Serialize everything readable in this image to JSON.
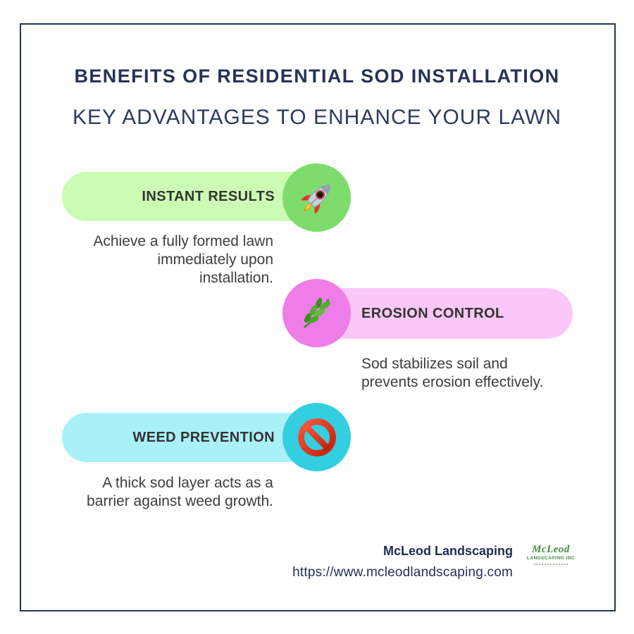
{
  "header": {
    "title": "BENEFITS OF RESIDENTIAL SOD INSTALLATION",
    "subtitle": "KEY ADVANTAGES TO ENHANCE YOUR LAWN"
  },
  "benefits": [
    {
      "label": "INSTANT RESULTS",
      "icon": "rocket-icon",
      "description_lines": [
        "Achieve a fully formed lawn",
        "immediately upon",
        "installation."
      ],
      "pill_color": "#ccfcb3",
      "circle_color": "#7edc6c"
    },
    {
      "label": "EROSION CONTROL",
      "icon": "herb-icon",
      "description_lines": [
        "Sod stabilizes soil and",
        "prevents erosion effectively."
      ],
      "pill_color": "#fbc7f6",
      "circle_color": "#ee7de7"
    },
    {
      "label": "WEED PREVENTION",
      "icon": "prohibited-icon",
      "description_lines": [
        "A thick sod layer acts as a",
        "barrier against weed growth."
      ],
      "pill_color": "#aaf0f7",
      "circle_color": "#33cfe1"
    }
  ],
  "footer": {
    "company": "McLeod Landscaping",
    "website": "https://www.mcleodlandscaping.com",
    "logo_name": "McLeod",
    "logo_subtext": "LANDSCAPING INC"
  },
  "colors": {
    "frame_border": "#263357",
    "title_navy": "#263357",
    "label_text": "#333333",
    "description_text": "#3d3d3d",
    "logo_green": "#3e8e3c"
  }
}
